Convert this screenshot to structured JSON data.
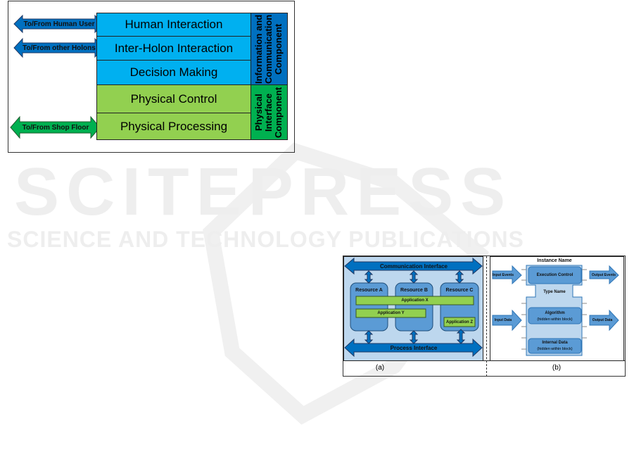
{
  "watermark": {
    "brand": "SCITEPRESS",
    "tagline": "SCIENCE AND TECHNOLOGY PUBLICATIONS"
  },
  "figure_holon": {
    "arrows": [
      "To/From Human User",
      "To/From other Holons",
      "To/From Shop Floor"
    ],
    "layers": [
      "Human Interaction",
      "Inter-Holon Interaction",
      "Decision Making",
      "Physical Control",
      "Physical Processing"
    ],
    "components": [
      "Information and Communication Component",
      "Physical Interface Component"
    ],
    "colors": {
      "info": "#00b0f0",
      "info_dark": "#0070c0",
      "phys": "#92d050",
      "phys_dark": "#00b050"
    }
  },
  "figure_iec": {
    "panel_a": {
      "top": "Communication Interface",
      "bottom": "Process Interface",
      "resources": [
        "Resource A",
        "Resource B",
        "Resource C"
      ],
      "apps": [
        "Application X",
        "Application Y",
        "Application Z"
      ],
      "caption": "(a)"
    },
    "panel_b": {
      "instance": "Instance Name",
      "type": "Type Name",
      "exec": "Execution Control",
      "algo": "Algorithm",
      "algo_sub": "(hidden within block)",
      "data": "Internal Data",
      "data_sub": "(hidden within block)",
      "in_events": "Input Events",
      "out_events": "Output Events",
      "in_data": "Input Data",
      "out_data": "Output Data",
      "caption": "(b)"
    }
  }
}
